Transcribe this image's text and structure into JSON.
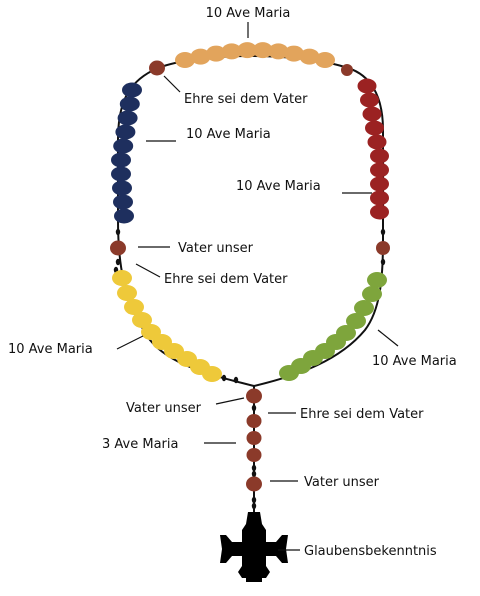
{
  "labels": {
    "top_ave": "10 Ave Maria",
    "ehre_top": "Ehre sei dem Vater",
    "ave_blue": "10 Ave Maria",
    "ave_red": "10 Ave Maria",
    "vater_left": "Vater unser",
    "ehre_left": "Ehre sei dem Vater",
    "ave_yellow": "10 Ave Maria",
    "ave_green": "10 Ave Maria",
    "vater_center": "Vater unser",
    "ehre_center": "Ehre sei dem Vater",
    "three_ave": "3 Ave Maria",
    "vater_bottom": "Vater unser",
    "creed": "Glaubensbekenntnis"
  },
  "colors": {
    "orange_beads": "#e2a45c",
    "blue_beads": "#1e2f5e",
    "red_beads": "#9b2222",
    "yellow_beads": "#eec93a",
    "green_beads": "#7ea53c",
    "brown_beads": "#8b3a2a",
    "chain": "#111111",
    "cross": "#000000"
  },
  "decades": [
    {
      "color": "orange",
      "count": 10
    },
    {
      "color": "blue",
      "count": 10
    },
    {
      "color": "red",
      "count": 10
    },
    {
      "color": "yellow",
      "count": 10
    },
    {
      "color": "green",
      "count": 10
    }
  ]
}
